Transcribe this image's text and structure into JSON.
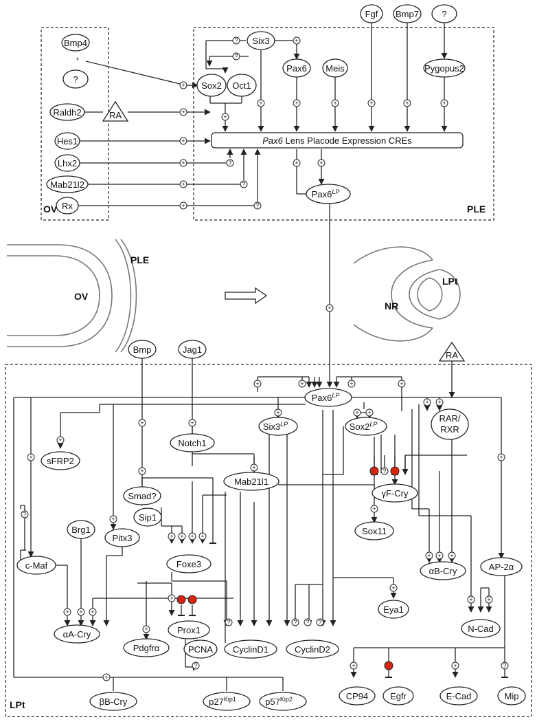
{
  "regions": {
    "ov": "OV",
    "ple": "PLE",
    "lpt": "LPt"
  },
  "cre_label_italic": "Pax6",
  "cre_label_rest": " Lens Placode Expression CREs",
  "schematic": {
    "ov": "OV",
    "ple": "PLE",
    "lpt": "LPt",
    "nr": "NR"
  },
  "symbols": {
    "plus": "+",
    "question": "?"
  },
  "top_nodes": {
    "bmp4": "Bmp4",
    "unknown_ov": "?",
    "raldh2": "Raldh2",
    "ra": "RA",
    "hes1": "Hes1",
    "lhx2": "Lhx2",
    "mab21l2": "Mab21l2",
    "rx": "Rx",
    "six3": "Six3",
    "sox2": "Sox2",
    "oct1": "Oct1",
    "pax6": "Pax6",
    "meis": "Meis",
    "fgf": "Fgf",
    "bmp7": "Bmp7",
    "unknown_top": "?",
    "pygopus2": "Pygopus2",
    "pax6lp_main": "Pax6",
    "pax6lp_sup": "LP"
  },
  "lpt_nodes": {
    "bmp": "Bmp",
    "jag1": "Jag1",
    "ra": "RA",
    "pax6lp_main": "Pax6",
    "pax6lp_sup": "LP",
    "sfrp2": "sFRP2",
    "smad": "Smad?",
    "sip1": "Sip1",
    "notch1": "Notch1",
    "six3lp_main": "Six3",
    "six3lp_sup": "LP",
    "sox2lp_main": "Sox2",
    "sox2lp_sup": "LP",
    "rarrxr_1": "RAR/",
    "rarrxr_2": "RXR",
    "mab21l1": "Mab21l1",
    "gfcry": "γF-Cry",
    "abcry": "αB-Cry",
    "brg1": "Brg1",
    "cmaf": "c-Maf",
    "pitx3": "Pitx3",
    "foxe3": "Foxe3",
    "sox11": "Sox11",
    "ap2a": "AP-2α",
    "aacry": "αA-Cry",
    "prox1": "Prox1",
    "pdgfra": "Pdgfrα",
    "pcna": "PCNA",
    "cyclind1": "CyclinD1",
    "cyclind2": "CyclinD2",
    "eya1": "Eya1",
    "ncad": "N-Cad",
    "bbcry": "βB-Cry",
    "p27_main": "p27",
    "p27_sup": "Kip1",
    "p57_main": "p57",
    "p57_sup": "Kip2",
    "cp94": "CP94",
    "egfr": "Egfr",
    "ecad": "E-Cad",
    "mip": "Mip"
  }
}
